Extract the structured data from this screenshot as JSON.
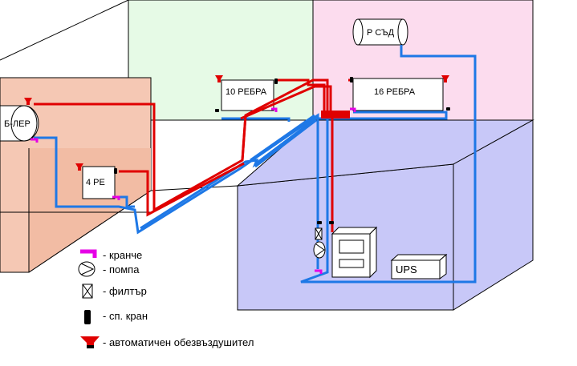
{
  "labels": {
    "boiler": "Б-ЛЕР",
    "tank": "Р СЪД",
    "radiator_10": "10 РЕБРА",
    "radiator_16": "16 РЕБРА",
    "radiator_4": "4 РЕ",
    "ups": "UPS"
  },
  "legend": {
    "valve_small": "- кранче",
    "pump": "- помпа",
    "filter": "- филтър",
    "stop_valve": "- сп. кран",
    "air_vent": "- автоматичен обезвъздушител"
  },
  "colors": {
    "supply_pipe": "#e00000",
    "return_pipe": "#1e78e6",
    "room_salmon": "#f5c8b4",
    "room_green": "#e6fae6",
    "room_pink": "#fcdcee",
    "room_blue": "#c8c8f8",
    "valve_small": "#e600e6"
  }
}
